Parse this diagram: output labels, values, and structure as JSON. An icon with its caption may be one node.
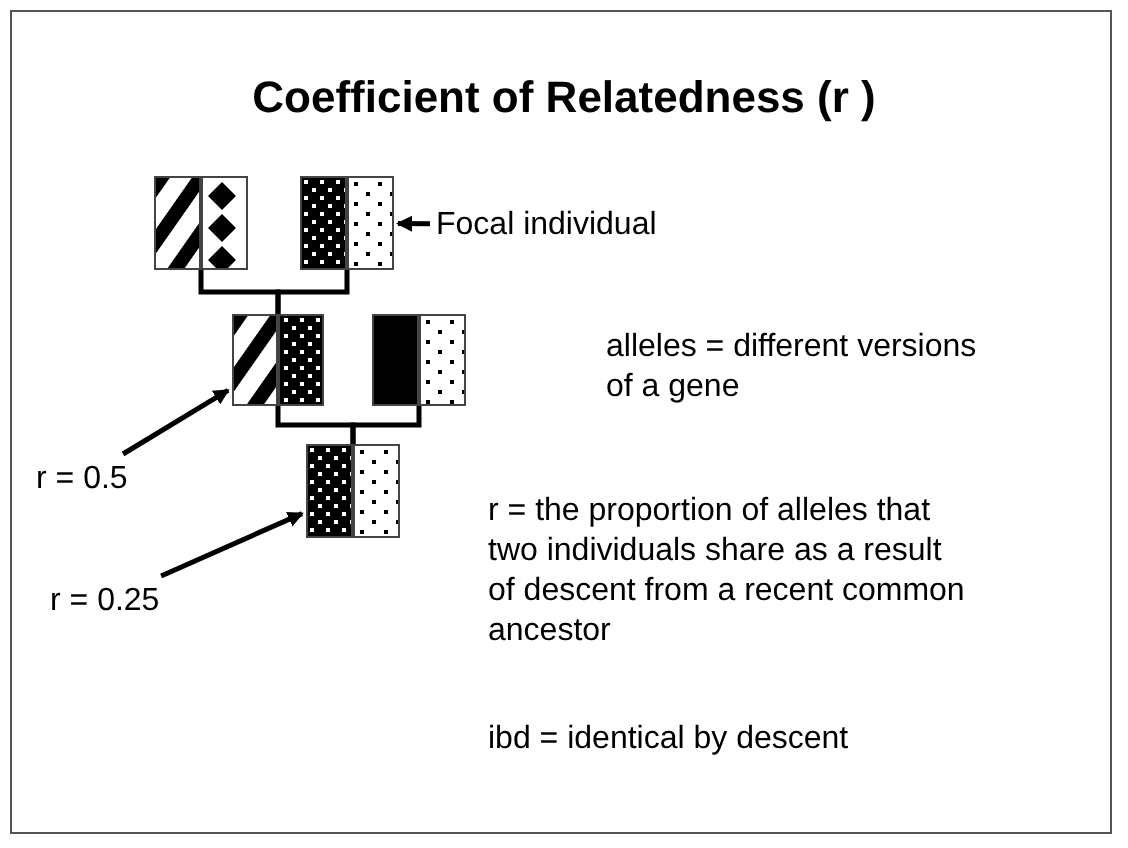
{
  "diagram": {
    "title": "Coefficient of Relatedness (r )",
    "nodes": [
      {
        "text": [],
        "shape": "picture"
      },
      {
        "text": [],
        "shape": "picture"
      },
      {
        "text": [],
        "shape": "picture"
      },
      {
        "text": [],
        "shape": "picture"
      },
      {
        "text": [],
        "shape": "picture"
      },
      {
        "text": [
          "Focal individual"
        ]
      },
      {
        "text": [
          "r = 0.5"
        ]
      },
      {
        "text": [
          "r = 0.25"
        ]
      }
    ],
    "edges": [
      {
        "from": 0,
        "to": 2,
        "arrow": "none"
      },
      {
        "from": 1,
        "to": 2,
        "arrow": "none"
      },
      {
        "from": 2,
        "to": 4,
        "arrow": "none"
      },
      {
        "from": 3,
        "to": 4,
        "arrow": "none"
      },
      {
        "from": 5,
        "to": 1,
        "arrow": "to"
      },
      {
        "from": 6,
        "to": 2,
        "arrow": "to"
      },
      {
        "from": 7,
        "to": 4,
        "arrow": "to"
      }
    ],
    "labels": [
      "alleles = different versions of a gene",
      "r = the proportion of alleles that two individuals share as a result of descent from a recent common ancestor",
      "ibd = identical by descent"
    ]
  }
}
